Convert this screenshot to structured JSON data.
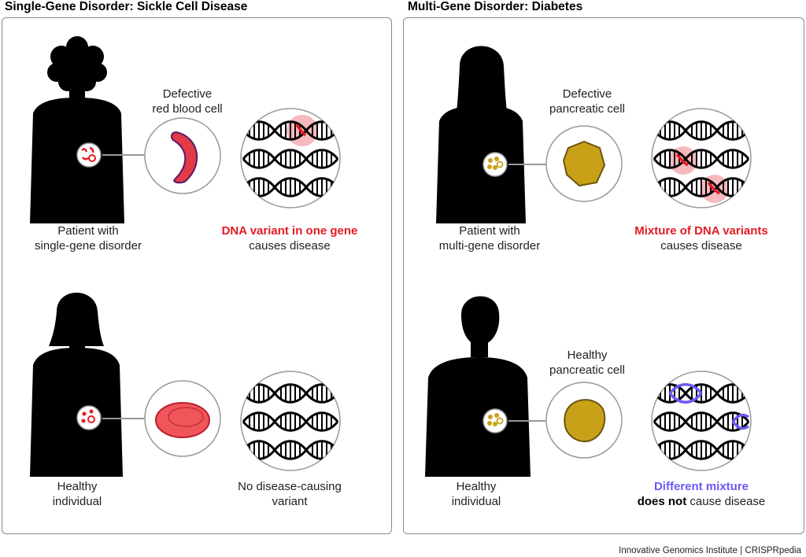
{
  "left_panel": {
    "title": "Single-Gene Disorder: Sickle Cell Disease",
    "top_row": {
      "person_caption": [
        "Patient with",
        "single-gene disorder"
      ],
      "cell_caption": [
        "Defective",
        "red blood cell"
      ],
      "dna_caption_highlight": "DNA variant in one gene",
      "dna_caption_rest": "causes disease"
    },
    "bottom_row": {
      "person_caption": [
        "Healthy",
        "individual"
      ],
      "dna_caption": [
        "No disease-causing",
        "variant"
      ]
    }
  },
  "right_panel": {
    "title": "Multi-Gene Disorder: Diabetes",
    "top_row": {
      "person_caption": [
        "Patient with",
        "multi-gene disorder"
      ],
      "cell_caption": [
        "Defective",
        "pancreatic cell"
      ],
      "dna_caption_highlight": "Mixture of DNA variants",
      "dna_caption_rest": "causes disease"
    },
    "bottom_row": {
      "person_caption": [
        "Healthy",
        "individual"
      ],
      "cell_caption": [
        "Healthy",
        "pancreatic cell"
      ],
      "dna_caption_highlight": "Different mixture",
      "dna_caption_bold": "does not",
      "dna_caption_rest": " cause disease"
    }
  },
  "credit": "Innovative Genomics Institute | CRISPRpedia",
  "colors": {
    "silhouette": "#000000",
    "variant_red": "#e31b23",
    "variant_blue": "#6a5af6",
    "sickle_cell": "#e23a46",
    "healthy_rbc": "#f0555c",
    "pancreatic_cell": "#c9a118",
    "highlight_pink": "#f6b9bd",
    "circle_border": "#999999"
  },
  "icons": [
    "person-silhouette",
    "dna-helix",
    "sickle-cell",
    "red-blood-cell",
    "pancreatic-cell"
  ]
}
